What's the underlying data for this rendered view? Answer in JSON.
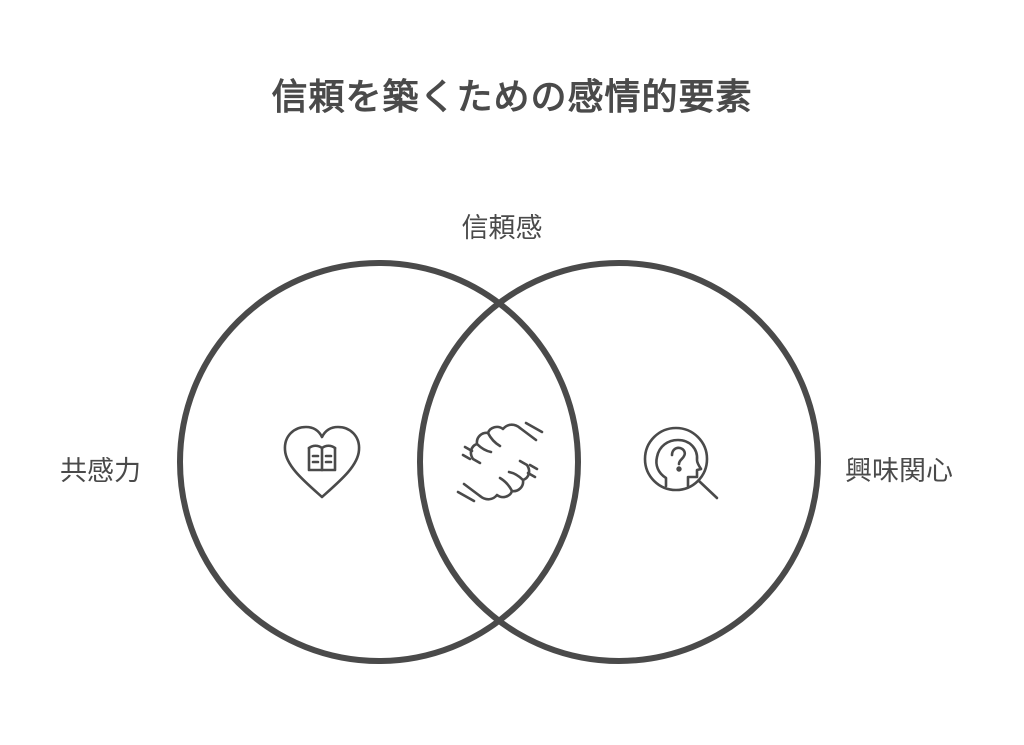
{
  "title": "信頼を築くための感情的要素",
  "labels": {
    "intersection": "信頼感",
    "left": "共感力",
    "right": "興味関心"
  },
  "icons": {
    "left": "heart-book-icon",
    "center": "fist-bump-icon",
    "right": "head-question-magnifier-icon"
  },
  "colors": {
    "stroke": "#4a4a4a",
    "background": "#ffffff"
  }
}
